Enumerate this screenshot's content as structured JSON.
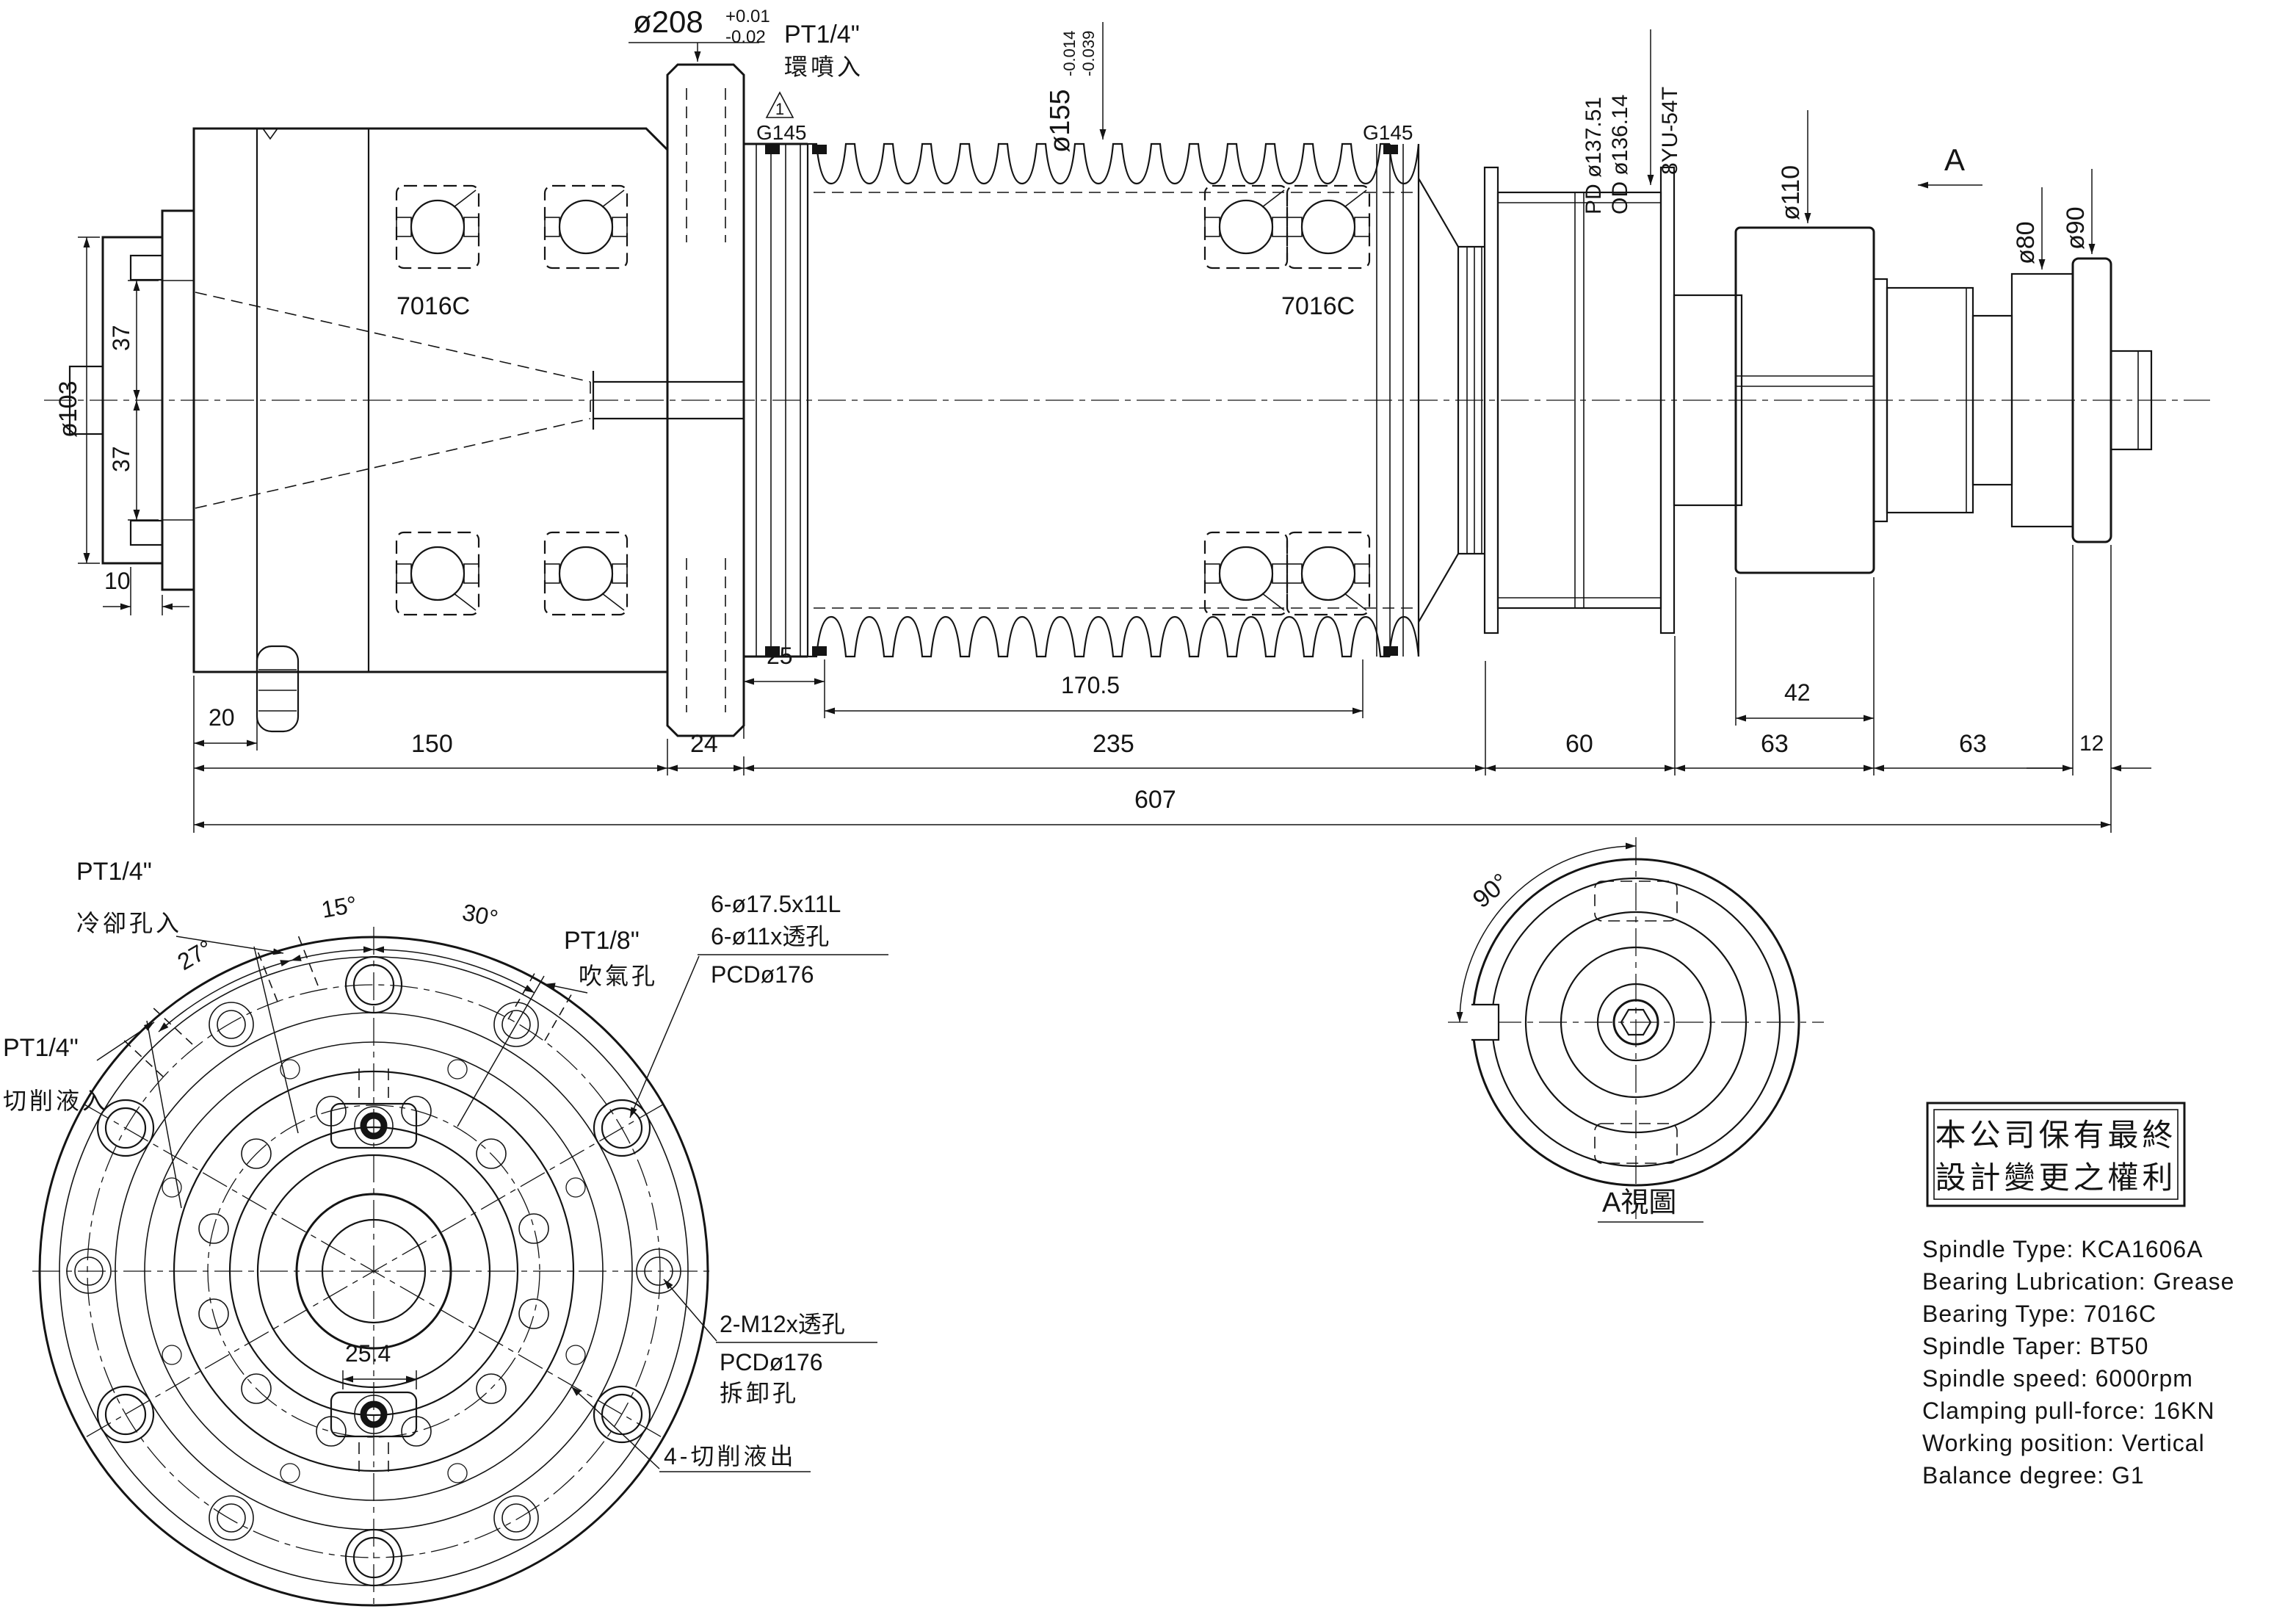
{
  "drawing": {
    "main_view": {
      "dims": {
        "d208": "ø208",
        "d208_up": "+0.01",
        "d208_dn": "-0.02",
        "pt14_ring": "PT1/4\"",
        "ring_in": "環噴入",
        "tri": "1",
        "g145": "G145",
        "d155": "ø155",
        "d155_up": "-0.014",
        "d155_dn": "-0.039",
        "bearing": "7016C",
        "pd": "PD ø137.51",
        "od": "OD ø136.14",
        "pulley": "8YU-54T",
        "d110": "ø110",
        "view_a": "A",
        "d80": "ø80",
        "d90": "ø90",
        "d103": "ø103",
        "d37": "37",
        "d10": "10",
        "d20": "20",
        "d25": "25",
        "d170": "170.5",
        "d42": "42",
        "d150": "150",
        "d24": "24",
        "d235": "235",
        "d60": "60",
        "d63": "63",
        "d12": "12",
        "d607": "607"
      }
    },
    "front_view": {
      "pt14_cool": "PT1/4\"",
      "cool_in": "冷卻孔入",
      "a15": "15°",
      "a30": "30°",
      "a27": "27°",
      "pt18": "PT1/8\"",
      "air_hole": "吹氣孔",
      "pt14_cut": "PT1/4\"",
      "cut_in": "切削液入",
      "holes_big": "6-ø17.5x11L",
      "holes_small": "6-ø11x透孔",
      "pcd": "PCDø176",
      "m12": "2-M12x透孔",
      "removal": "拆卸孔",
      "cut_out": "4-切削液出",
      "d254": "25.4"
    },
    "a_view": {
      "angle": "90°",
      "title": "A視圖"
    },
    "notice": {
      "line1": "本公司保有最終",
      "line2": "設計變更之權利"
    },
    "specs": [
      "Spindle Type: KCA1606A",
      "Bearing Lubrication: Grease",
      "Bearing Type: 7016C",
      "Spindle Taper: BT50",
      "Spindle speed: 6000rpm",
      "Clamping pull-force: 16KN",
      "Working position: Vertical",
      "Balance degree: G1"
    ]
  }
}
